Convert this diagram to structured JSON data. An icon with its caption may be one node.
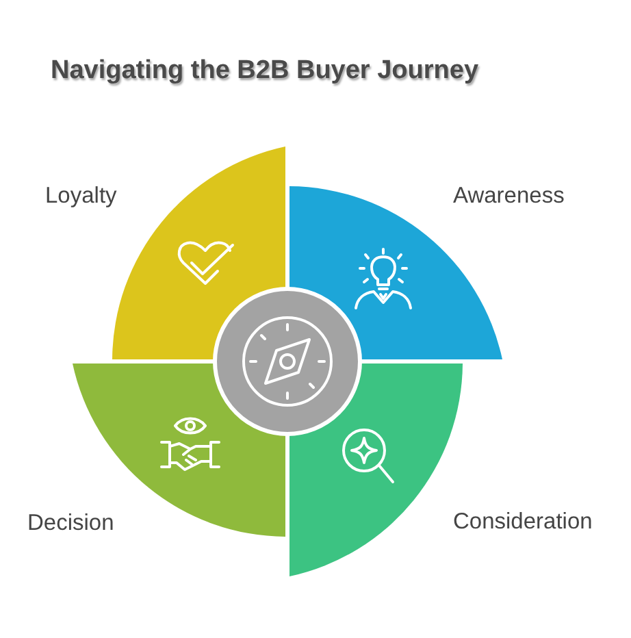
{
  "diagram": {
    "title": "Navigating the B2B Buyer Journey",
    "nodes": [
      {
        "text": [
          "Loyalty"
        ]
      },
      {
        "text": [
          "Awareness"
        ]
      },
      {
        "text": [],
        "shape": "circle"
      },
      {
        "text": [
          "Decision"
        ]
      },
      {
        "text": [
          "Consideration"
        ]
      }
    ]
  }
}
